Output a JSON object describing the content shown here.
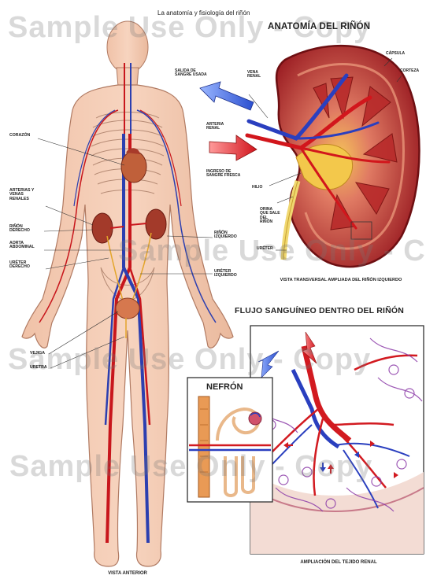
{
  "top_title": "La anatomía y fisiología del riñón",
  "headings": {
    "kidney_anatomy": "ANATOMÍA DEL RIÑÓN",
    "blood_flow": "FLUJO SANGUÍNEO DENTRO DEL RIÑÓN",
    "nephron": "NEFRÓN"
  },
  "captions": {
    "kidney_section": "VISTA TRANSVERSAL AMPLIADA DEL RIÑÓN IZQUIERDO",
    "tissue": "AMPLIACIÓN DEL TEJIDO RENAL",
    "body_view": "VISTA ANTERIOR"
  },
  "body_labels": {
    "heart": "CORAZÓN",
    "renal_vessels": "ARTERIAS Y VENAS RENALES",
    "right_kidney": "RIÑÓN DERECHO",
    "aorta": "AORTA ABDOMINAL",
    "right_ureter": "URÉTER DERECHO",
    "left_kidney": "RIÑÓN IZQUIERDO",
    "left_ureter": "URÉTER IZQUIERDO",
    "bladder": "VEJIGA",
    "urethra": "URETRA"
  },
  "kidney_labels": {
    "used_blood_out": "SALIDA DE SANGRE USADA",
    "renal_vein": "VENA RENAL",
    "renal_artery": "ARTERIA RENAL",
    "fresh_blood_in": "INGRESO DE SANGRE FRESCA",
    "hilum": "HILIO",
    "urine_out": "ORINA QUE SALE DEL RIÑÓN",
    "ureter": "URÉTER",
    "capsule": "CÁPSULA",
    "cortex": "CORTEZA"
  },
  "watermark": "Sample Use Only - Copy"
}
